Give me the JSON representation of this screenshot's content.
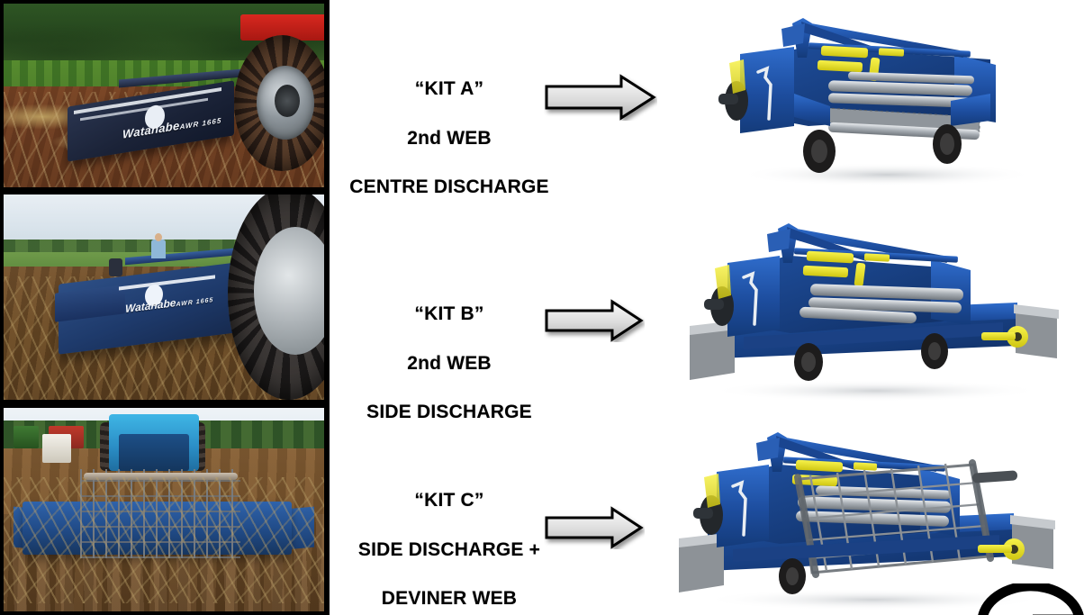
{
  "document": {
    "type": "product-options-slide",
    "background_color": "#ffffff",
    "brand_text": "Watanabe",
    "brand_model": "AWR 1665"
  },
  "photos": [
    {
      "id": "photo-kit-a",
      "caption_alt": "Potato harvester working in red soil field behind red tractor",
      "machine_brand": "Watanabe",
      "machine_model": "AWR 1665"
    },
    {
      "id": "photo-kit-b",
      "caption_alt": "Blue harvester with operator on platform beside large tractor wheel",
      "machine_brand": "Watanabe",
      "machine_model": "AWR 1665"
    },
    {
      "id": "photo-kit-c",
      "caption_alt": "Rear view of blue tractor pulling harvester with deviner web across potato rows"
    }
  ],
  "kits": [
    {
      "id": "kit-a",
      "name": "“KIT A”",
      "line2": "2nd WEB",
      "line3": "CENTRE DISCHARGE",
      "arrow_icon": "right-arrow-icon",
      "render_alt": "Blue harvester render, 2nd web with centre discharge, twin road wheels"
    },
    {
      "id": "kit-b",
      "name": "“KIT B”",
      "line2": "2nd WEB",
      "line3": "SIDE DISCHARGE",
      "arrow_icon": "right-arrow-icon",
      "render_alt": "Blue harvester render, 2nd web with side discharge conveyor and grey end guards"
    },
    {
      "id": "kit-c",
      "name": "“KIT C”",
      "line2": "SIDE DISCHARGE +",
      "line3": "DEVINER WEB",
      "arrow_icon": "right-arrow-icon",
      "render_alt": "Blue harvester render with side discharge conveyor plus deviner web haulm separator"
    }
  ],
  "colors": {
    "machine_blue": "#1d4d9e",
    "machine_blue_dark": "#143b7a",
    "machine_blue_light": "#2f6ccb",
    "hydraulic_yellow": "#e8e02a",
    "steel_grey": "#9aa0a6",
    "guard_grey": "#8d9297",
    "arrow_fill_light": "#f2f2f2",
    "arrow_fill_dark": "#b9b9b9",
    "arrow_outline": "#000000",
    "text_color": "#000000",
    "frame_black": "#000000"
  },
  "corner_logo": {
    "name": "partial-brand-logo",
    "alt": "Cropped black circular brand mark at bottom-right corner"
  }
}
